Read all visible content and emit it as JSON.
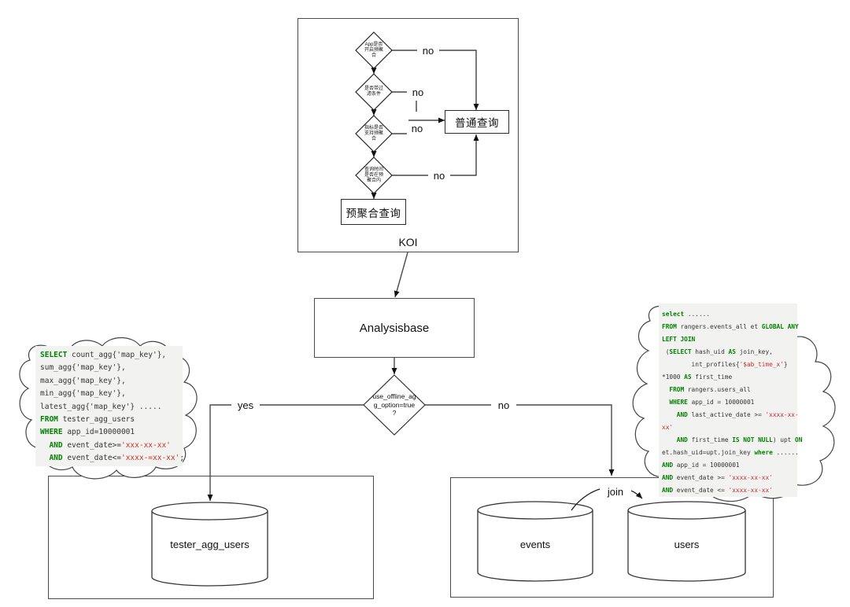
{
  "koi": {
    "title": "KOI",
    "decision1": "App是否\n开启预聚\n合",
    "decision2": "是否带过\n滤条件",
    "decision3": "指标是否\n支持预聚\n合",
    "decision4": "查询时间\n是否在预\n聚合内",
    "no1": "no",
    "no2": "no",
    "no3": "no",
    "no4": "no",
    "normal_query": "普通查询",
    "preagg_query": "预聚合查询"
  },
  "middle": {
    "analysisbase": "Analysisbase",
    "condition": "use_offline_ag\ng_option=true\n?",
    "yes": "yes",
    "no": "no"
  },
  "databases": {
    "tester_agg_users": "tester_agg_users",
    "events": "events",
    "users": "users",
    "join": "join"
  },
  "left_sql": {
    "lines": [
      [
        [
          "k",
          "SELECT"
        ],
        [
          "p",
          " count_agg{'map_key'},"
        ]
      ],
      [
        [
          "p",
          "sum_agg{'map_key'},"
        ]
      ],
      [
        [
          "p",
          "max_agg{'map_key'},"
        ]
      ],
      [
        [
          "p",
          "min_agg{'map_key'},"
        ]
      ],
      [
        [
          "p",
          "latest_agg{'map_key'} ....."
        ]
      ],
      [
        [
          "k",
          "FROM"
        ],
        [
          "p",
          " tester_agg_users"
        ]
      ],
      [
        [
          "k",
          "WHERE"
        ],
        [
          "p",
          " app_id=10000001"
        ]
      ],
      [
        [
          "p",
          "  "
        ],
        [
          "k",
          "AND"
        ],
        [
          "p",
          " event_date>="
        ],
        [
          "s",
          "'xxx-xx-xx'"
        ]
      ],
      [
        [
          "p",
          "  "
        ],
        [
          "k",
          "AND"
        ],
        [
          "p",
          " event_date<="
        ],
        [
          "s",
          "'xxxx-=xx-xx'"
        ],
        [
          "p",
          ";"
        ]
      ]
    ]
  },
  "right_sql": {
    "lines": [
      [
        [
          "k",
          "select"
        ],
        [
          "p",
          " ......"
        ]
      ],
      [
        [
          "k",
          "FROM"
        ],
        [
          "p",
          " rangers.events_all et "
        ],
        [
          "k",
          "GLOBAL ANY"
        ]
      ],
      [
        [
          "k",
          "LEFT JOIN"
        ]
      ],
      [
        [
          "p",
          " ("
        ],
        [
          "k",
          "SELECT"
        ],
        [
          "p",
          " hash_uid "
        ],
        [
          "k",
          "AS"
        ],
        [
          "p",
          " join_key,"
        ]
      ],
      [
        [
          "p",
          "        int_profiles{"
        ],
        [
          "s",
          "'$ab_time_x'"
        ],
        [
          "p",
          "}"
        ]
      ],
      [
        [
          "p",
          "*1000 "
        ],
        [
          "k",
          "AS"
        ],
        [
          "p",
          " first_time"
        ]
      ],
      [
        [
          "p",
          "  "
        ],
        [
          "k",
          "FROM"
        ],
        [
          "p",
          " rangers.users_all"
        ]
      ],
      [
        [
          "p",
          "  "
        ],
        [
          "k",
          "WHERE"
        ],
        [
          "p",
          " app_id = 10000001"
        ]
      ],
      [
        [
          "p",
          "    "
        ],
        [
          "k",
          "AND"
        ],
        [
          "p",
          " last_active_date >= "
        ],
        [
          "s",
          "'xxxx-xx-"
        ]
      ],
      [
        [
          "s",
          "xx'"
        ]
      ],
      [
        [
          "p",
          "    "
        ],
        [
          "k",
          "AND"
        ],
        [
          "p",
          " first_time "
        ],
        [
          "k",
          "IS NOT NULL"
        ],
        [
          "p",
          ") upt "
        ],
        [
          "k",
          "ON"
        ]
      ],
      [
        [
          "p",
          "et.hash_uid=upt.join_key "
        ],
        [
          "k",
          "where"
        ],
        [
          "p",
          " ......"
        ]
      ],
      [
        [
          "k",
          "AND"
        ],
        [
          "p",
          " app_id = 10000001"
        ]
      ],
      [
        [
          "k",
          "AND"
        ],
        [
          "p",
          " event_date >= "
        ],
        [
          "s",
          "'xxxx-xx-xx'"
        ]
      ],
      [
        [
          "k",
          "AND"
        ],
        [
          "p",
          " event_date <= "
        ],
        [
          "s",
          "'xxxx-xx-xx'"
        ]
      ]
    ]
  },
  "colors": {
    "keyword": "#008000",
    "string": "#c9302c",
    "sql_bg": "#f2f3f1",
    "line": "#4a4a4a"
  }
}
